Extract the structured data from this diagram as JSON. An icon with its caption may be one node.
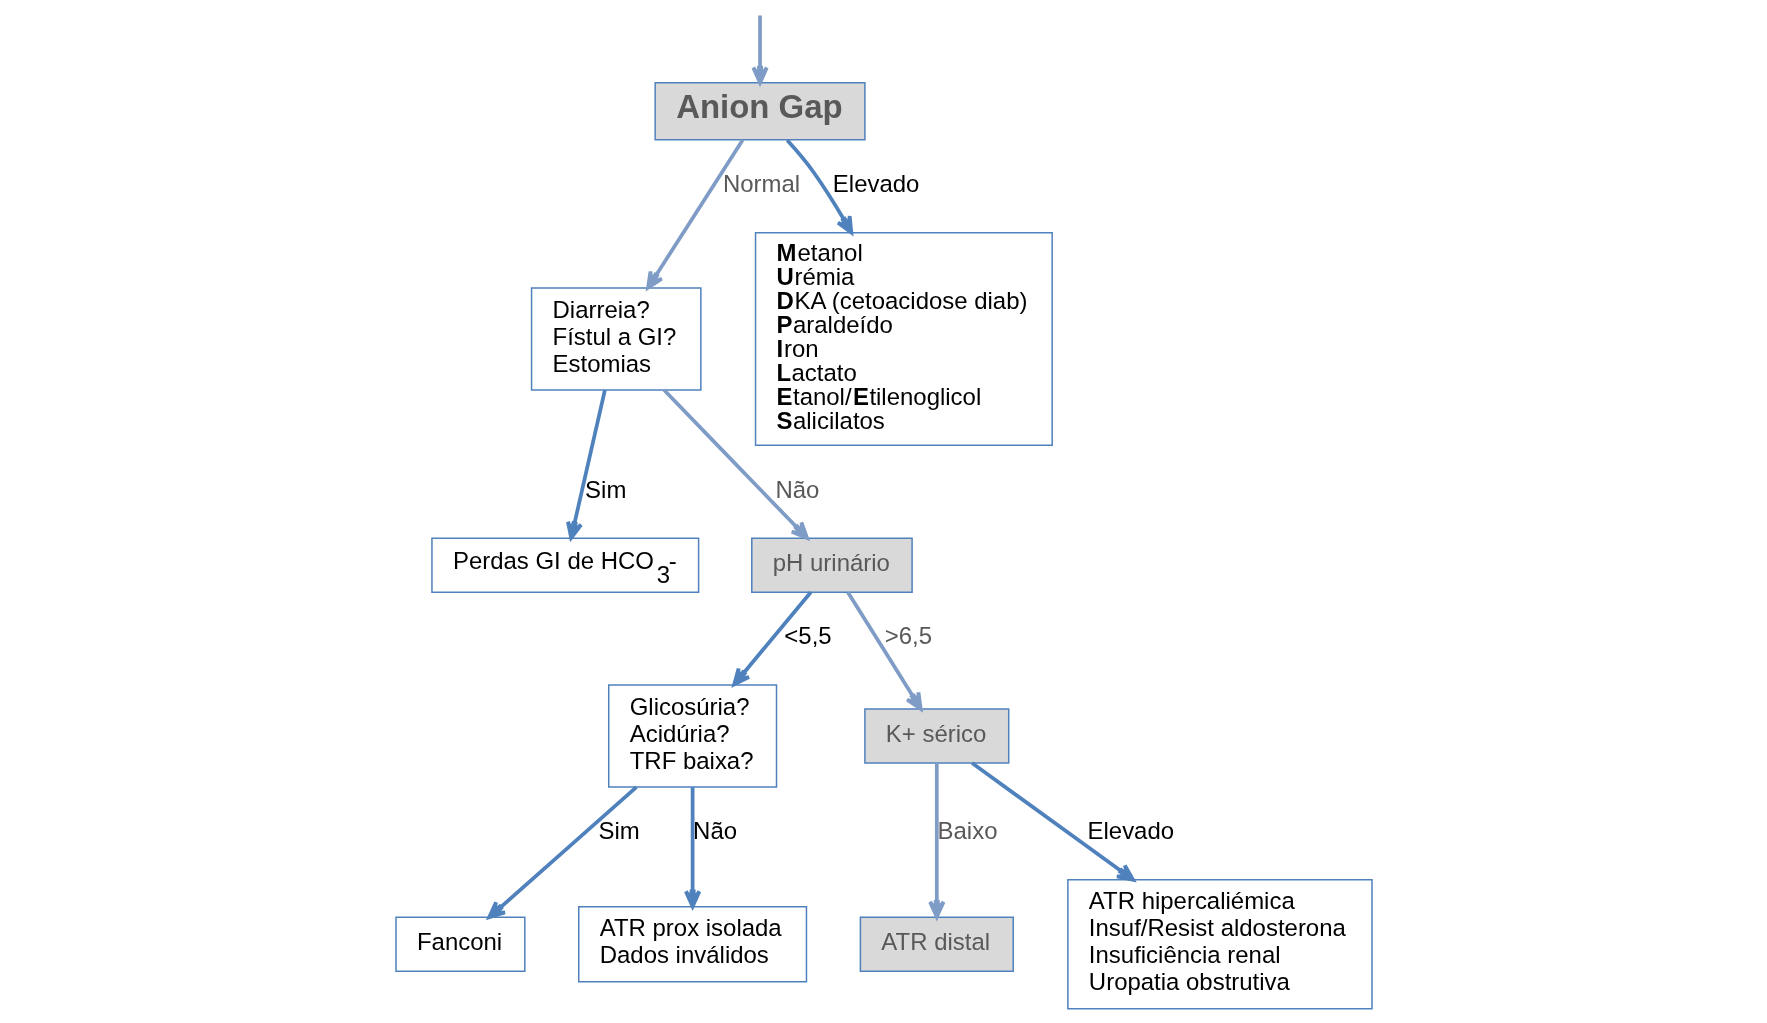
{
  "diagram": {
    "nodes": [
      {
        "text": [
          "Anion Gap"
        ]
      },
      {
        "text": [
          "Diarreia?",
          "Fístul a GI?",
          "Estomias"
        ]
      },
      {
        "text": [
          "**M**etanol",
          "**U**rémia",
          "**D**KA (cetoacidose diab)",
          "**P**araldeído",
          "**I**ron",
          "**L**actato",
          "**E**tanol/**E**tilenoglicol",
          "**S**alicilatos"
        ]
      },
      {
        "text": [
          "Perdas GI de HCO$_{3}$-"
        ]
      },
      {
        "text": [
          "pH urinário"
        ]
      },
      {
        "text": [
          "Glicosúria?",
          "Acidúria?",
          "TRF baixa?"
        ]
      },
      {
        "text": [
          "K+ sérico"
        ]
      },
      {
        "text": [
          "Fanconi"
        ]
      },
      {
        "text": [
          "ATR prox isolada",
          "Dados inválidos"
        ]
      },
      {
        "text": [
          "ATR distal"
        ]
      },
      {
        "text": [
          "ATR hipercaliémica",
          "Insuf/Resist aldosterona",
          "Insuficiência renal",
          "Uropatia obstrutiva"
        ]
      }
    ],
    "edges": [
      {
        "from": null,
        "to": 0,
        "arrow": "to",
        "color": "#7f9cc6"
      },
      {
        "from": 0,
        "to": 1,
        "arrow": "to",
        "label": "Normal",
        "color": "#7f9cc6"
      },
      {
        "from": 0,
        "to": 2,
        "arrow": "to",
        "label": "Elevado"
      },
      {
        "from": 1,
        "to": 3,
        "arrow": "to",
        "label": "Sim"
      },
      {
        "from": 1,
        "to": 4,
        "arrow": "to",
        "label": "Não",
        "color": "#7f9cc6"
      },
      {
        "from": 4,
        "to": 5,
        "arrow": "to",
        "label": "<5,5"
      },
      {
        "from": 4,
        "to": 6,
        "arrow": "to",
        "label": ">6,5",
        "color": "#7f9cc6"
      },
      {
        "from": 5,
        "to": 7,
        "arrow": "to",
        "label": "Sim"
      },
      {
        "from": 5,
        "to": 8,
        "arrow": "to",
        "label": "Não"
      },
      {
        "from": 6,
        "to": 9,
        "arrow": "to",
        "label": "Baixo",
        "color": "#7f9cc6"
      },
      {
        "from": 6,
        "to": 10,
        "arrow": "to",
        "label": "Elevado"
      }
    ]
  }
}
